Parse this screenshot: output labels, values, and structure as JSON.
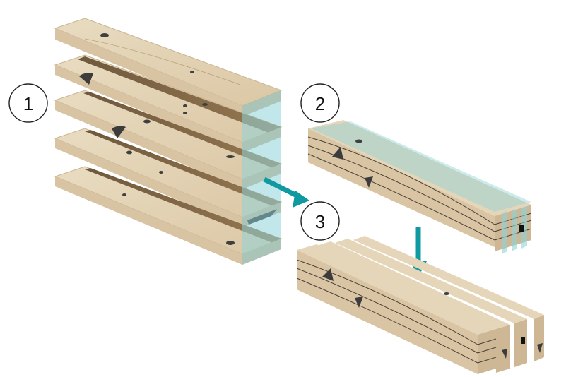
{
  "steps": {
    "one": "1",
    "two": "2",
    "three": "3"
  },
  "colors": {
    "wood_top": "#e6d6b9",
    "wood_side": "#d9c5a4",
    "wood_front": "#cdb795",
    "wood_shadow": "#6e5230",
    "grain_line": "#4a4038",
    "knot": "#3c3c3c",
    "glue_band": "#8fd3d8",
    "arrow": "#0e9aa0",
    "circle_stroke": "#222222"
  }
}
